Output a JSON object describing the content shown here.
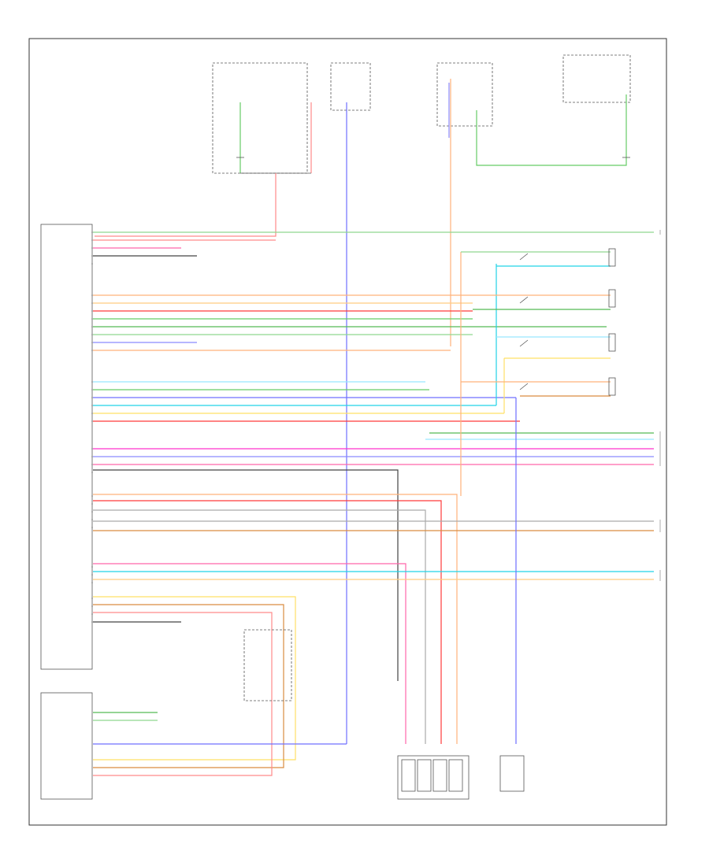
{
  "colors": {
    "lt_green_red": "#8fd68f",
    "green_violet": "#66cc66",
    "pink_red": "#ff8a8a",
    "red": "#ff3b3b",
    "orange": "#ffb27a",
    "light_blue": "#99e6ff",
    "cyan": "#22d3e6",
    "violet": "#8a8aff",
    "blue": "#6f6fff",
    "yellow": "#ffe066",
    "tan": "#ffcc80",
    "magenta": "#ff33cc",
    "pink": "#ff66aa",
    "gray": "#aaaaaa",
    "black": "#444444",
    "brown": "#d98c40",
    "dark_green": "#55bb55"
  },
  "icons": [
    "ground-symbol",
    "switch-symbol",
    "speaker-symbol",
    "connector-symbol"
  ]
}
